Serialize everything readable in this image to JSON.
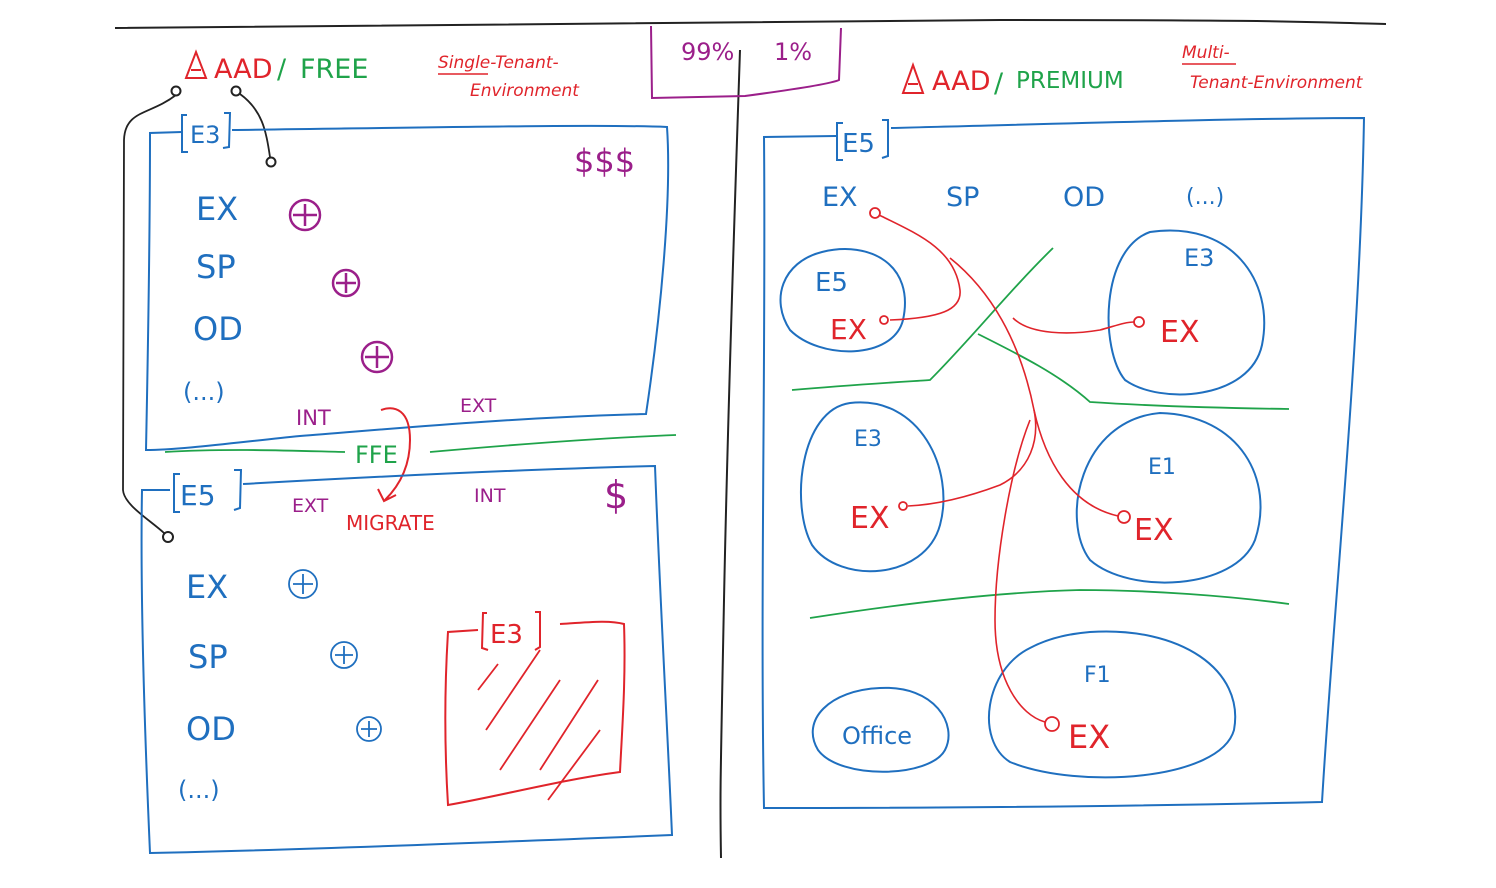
{
  "header": {
    "left": {
      "aad": "AAD",
      "slash": "/",
      "tier": "FREE",
      "env_line1": "Single-Tenant-",
      "env_line2": "Environment"
    },
    "right": {
      "aad": "AAD",
      "slash": "/",
      "tier": "PREMIUM",
      "env_line1": "Multi-",
      "env_line2": "Tenant-Environment"
    },
    "split": {
      "left": "99%",
      "right": "1%"
    }
  },
  "left": {
    "e3_box": {
      "tag": "E3",
      "price": "$$$",
      "services": [
        "EX",
        "SP",
        "OD",
        "(...)"
      ]
    },
    "ffe": {
      "label": "FFE",
      "int_top": "INT",
      "ext_top": "EXT",
      "ext_bottom": "EXT",
      "int_bottom": "INT",
      "migrate": "MIGRATE"
    },
    "e5_box": {
      "tag": "E5",
      "price": "$",
      "services": [
        "EX",
        "SP",
        "OD",
        "(...)"
      ],
      "inner_tag": "E3"
    }
  },
  "right": {
    "e5_box": {
      "tag": "E5",
      "services": [
        "EX",
        "SP",
        "OD",
        "(...)"
      ]
    },
    "tenants": [
      {
        "tag": "E5",
        "service": "EX"
      },
      {
        "tag": "E3",
        "service": "EX"
      },
      {
        "tag": "E3",
        "service": "EX"
      },
      {
        "tag": "E1",
        "service": "EX"
      },
      {
        "tag": "F1",
        "service": "EX"
      }
    ],
    "office": "Office"
  },
  "colors": {
    "blue": "#1f6fbf",
    "red": "#e0242b",
    "green": "#1fa34a",
    "purple": "#9b1f8a",
    "ink": "#222222"
  }
}
